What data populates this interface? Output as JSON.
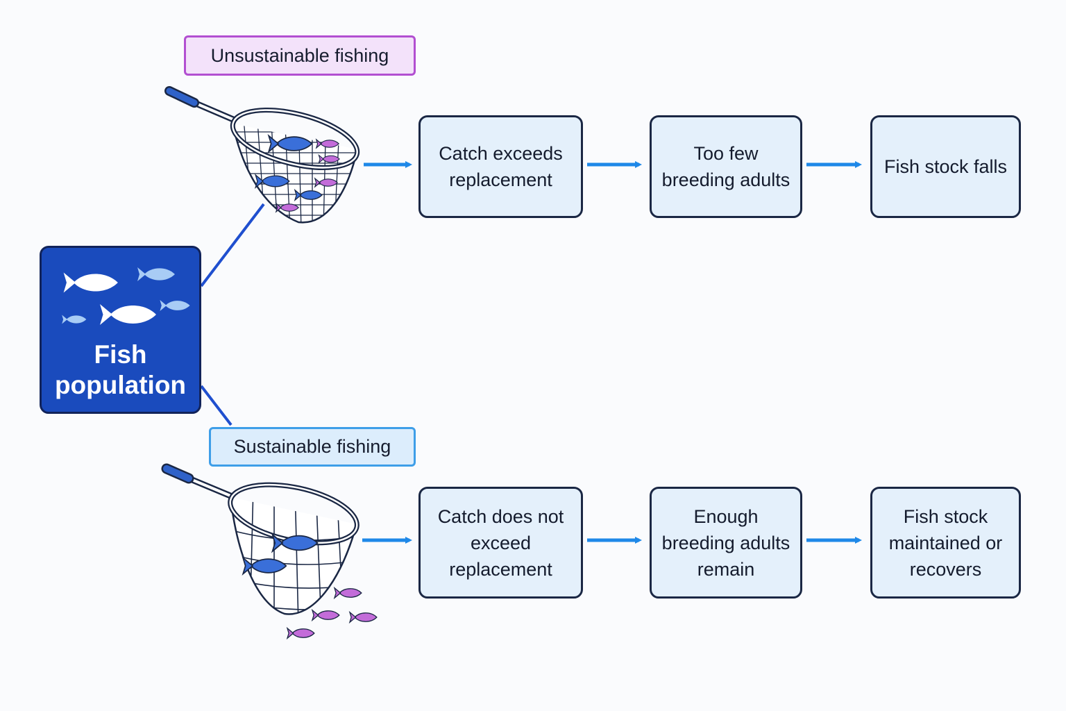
{
  "population": {
    "label": "Fish\npopulation"
  },
  "branches": {
    "unsustainable": {
      "label": "Unsustainable fishing",
      "steps": [
        "Catch exceeds replacement",
        "Too few breeding adults",
        "Fish stock falls"
      ]
    },
    "sustainable": {
      "label": "Sustainable fishing",
      "steps": [
        "Catch does not exceed replacement",
        "Enough breeding adults remain",
        "Fish stock maintained or recovers"
      ]
    }
  },
  "colors": {
    "population_fill": "#1a4bbd",
    "step_fill": "#e4f0fb",
    "arrow": "#1e88e8",
    "connector": "#1f4fcf",
    "unsustainable_accent": "#b24fd1",
    "sustainable_accent": "#3e9ee8",
    "fish_blue": "#3a6fd9",
    "fish_purple": "#c36cd9"
  },
  "icons": [
    "fish-icon",
    "fishing-net-icon",
    "arrow-right-icon"
  ]
}
